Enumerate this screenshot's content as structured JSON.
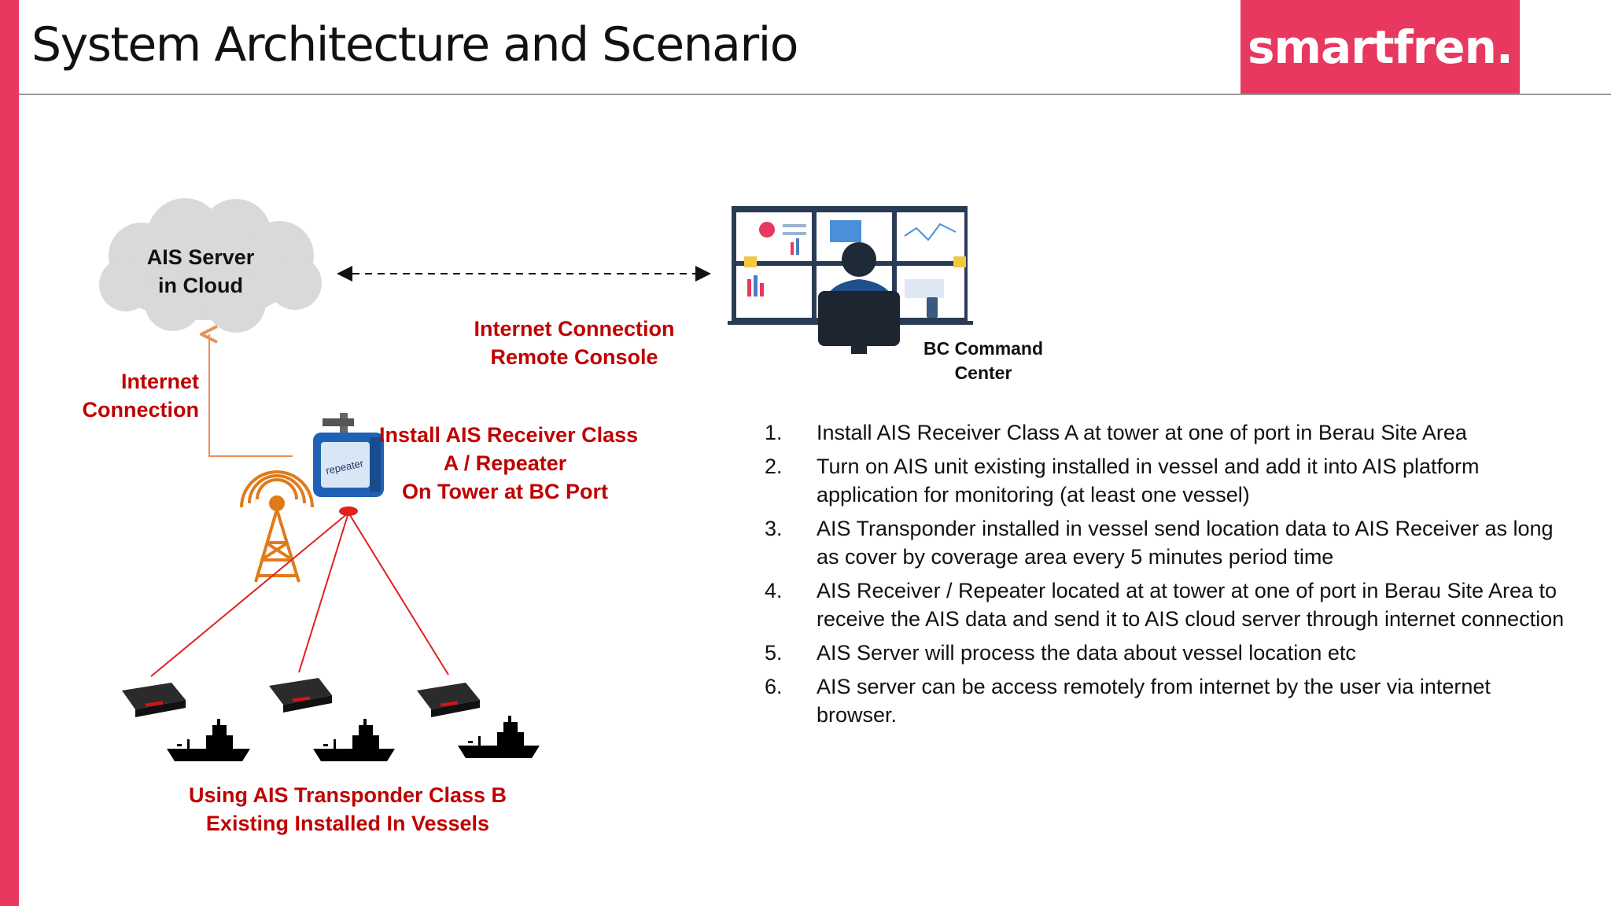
{
  "header": {
    "title": "System Architecture and Scenario",
    "logo": "smartfren."
  },
  "diagram": {
    "cloud_label_line1": "AIS Server",
    "cloud_label_line2": "in Cloud",
    "internet_label_line1": "Internet",
    "internet_label_line2": "Connection",
    "remote_label_line1": "Internet Connection",
    "remote_label_line2": "Remote Console",
    "receiver_label_line1": "Install AIS Receiver Class",
    "receiver_label_line2": "A / Repeater",
    "receiver_label_line3": "On Tower at BC Port",
    "repeater_device_text": "repeater",
    "command_center_line1": "BC Command",
    "command_center_line2": "Center",
    "transponder_label_line1": "Using AIS Transponder Class B",
    "transponder_label_line2": "Existing Installed In Vessels"
  },
  "steps": [
    {
      "num": "1.",
      "text": "Install AIS Receiver Class A at tower at one of port in Berau Site Area"
    },
    {
      "num": "2.",
      "text": "Turn on AIS unit existing installed in vessel and add it into AIS platform application for monitoring (at least one vessel)"
    },
    {
      "num": "3.",
      "text": "AIS Transponder installed in vessel send location data to AIS Receiver as long as cover by coverage area every 5 minutes period time"
    },
    {
      "num": "4.",
      "text": "AIS Receiver / Repeater located at at tower at one of port in Berau Site Area to receive the AIS data and send it to AIS cloud server through internet connection"
    },
    {
      "num": "5.",
      "text": "AIS Server will process the data about vessel location etc"
    },
    {
      "num": "6.",
      "text": "AIS server can be access remotely from internet by the user via internet browser."
    }
  ],
  "colors": {
    "brand": "#e8385f",
    "label_red": "#c00000",
    "connector_orange": "#e8915a",
    "signal_red": "#e02020"
  }
}
